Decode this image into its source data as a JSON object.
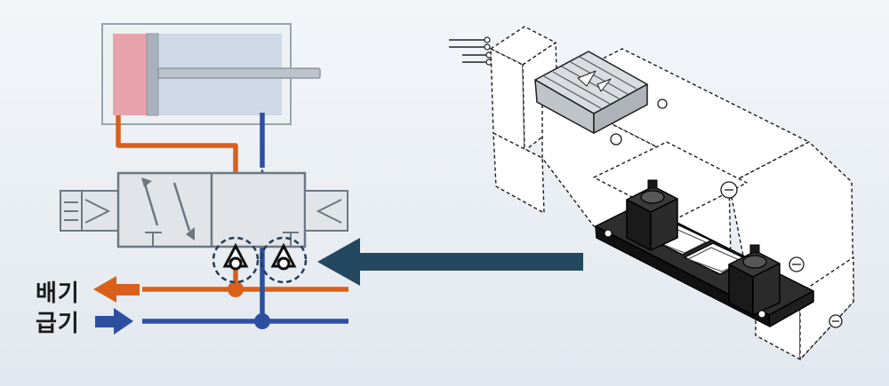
{
  "labels": {
    "exhaust": "배기",
    "supply": "급기"
  },
  "colors": {
    "exhaust_flow": "#d9601a",
    "supply_flow": "#2d4fa0",
    "pointer_arrow": "#23485f",
    "cylinder_body": "#d3dbe7",
    "cylinder_chamber": "#e7a3ac",
    "valve_body": "#e1e5ea",
    "background": "#e9eef4"
  },
  "icons": {
    "check_valves": "check-valve-icon",
    "pointer": "arrow-left-icon",
    "manifold_valve": "solenoid-valve-3d-illustration"
  }
}
